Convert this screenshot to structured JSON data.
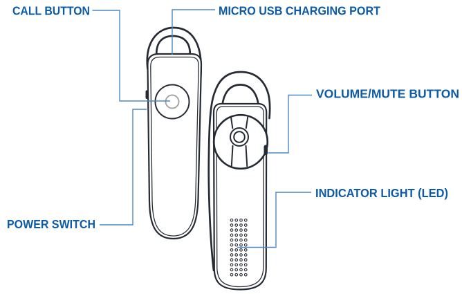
{
  "diagram": {
    "labels": {
      "call_button": "CALL BUTTON",
      "micro_usb_port": "MICRO USB CHARGING PORT",
      "volume_mute_button": "VOLUME/MUTE BUTTON",
      "indicator_led": "INDICATOR LIGHT (LED)",
      "power_switch": "POWER SWITCH"
    },
    "colors": {
      "label_text": "#0d5ba6",
      "leader_line": "#4c87c3",
      "outline": "#262b33",
      "button_ring": "#a6a6a6",
      "background": "#ffffff"
    },
    "grille": {
      "rows": 12,
      "columns": 4
    }
  }
}
